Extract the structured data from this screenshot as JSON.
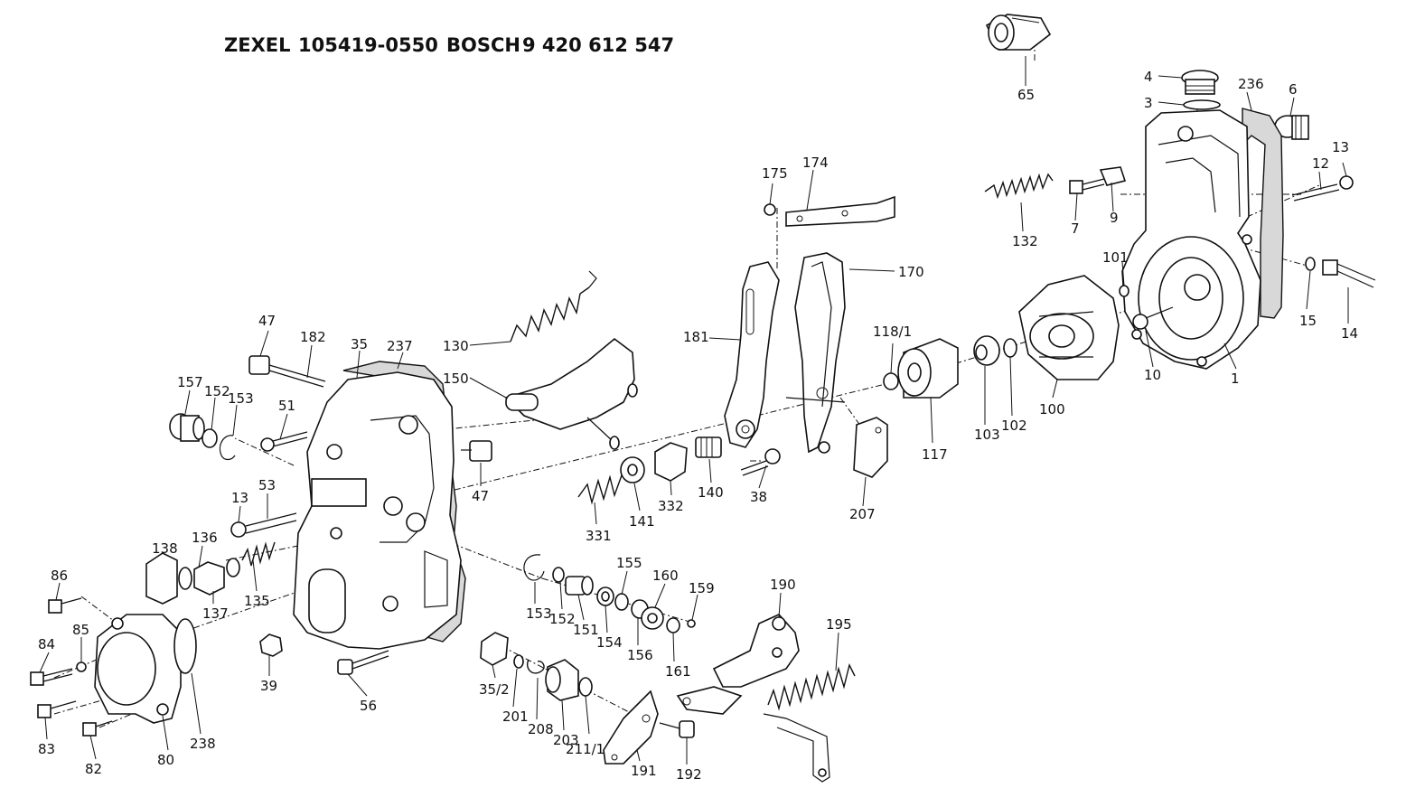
{
  "header": {
    "brand1": "ZEXEL",
    "part1": "105419-0550",
    "brand2": "BOSCH",
    "part2": "9 420 612 547"
  },
  "labels": {
    "l65": "65",
    "l4": "4",
    "l3": "3",
    "l236": "236",
    "l6": "6",
    "l175": "175",
    "l174": "174",
    "l132": "132",
    "l7": "7",
    "l9": "9",
    "l12": "12",
    "l13a": "13",
    "l170": "170",
    "l181": "181",
    "l101": "101",
    "l15": "15",
    "l14": "14",
    "l118_1": "118/1",
    "l10": "10",
    "l1": "1",
    "l47a": "47",
    "l182": "182",
    "l35": "35",
    "l237": "237",
    "l130": "130",
    "l150": "150",
    "l157": "157",
    "l152a": "152",
    "l153a": "153",
    "l51": "51",
    "l47b": "47",
    "l117": "117",
    "l103": "103",
    "l102": "102",
    "l100": "100",
    "l38": "38",
    "l140": "140",
    "l332": "332",
    "l141": "141",
    "l331": "331",
    "l207": "207",
    "l13b": "13",
    "l53": "53",
    "l138": "138",
    "l136": "136",
    "l137": "137",
    "l135": "135",
    "l86": "86",
    "l85": "85",
    "l84": "84",
    "l83": "83",
    "l82": "82",
    "l80": "80",
    "l238": "238",
    "l39": "39",
    "l56": "56",
    "l153b": "153",
    "l152b": "152",
    "l151": "151",
    "l155": "155",
    "l154": "154",
    "l156": "156",
    "l160": "160",
    "l159": "159",
    "l161": "161",
    "l190": "190",
    "l195": "195",
    "l35_2": "35/2",
    "l201": "201",
    "l208": "208",
    "l203": "203",
    "l211_1": "211/1",
    "l191": "191",
    "l192": "192"
  }
}
